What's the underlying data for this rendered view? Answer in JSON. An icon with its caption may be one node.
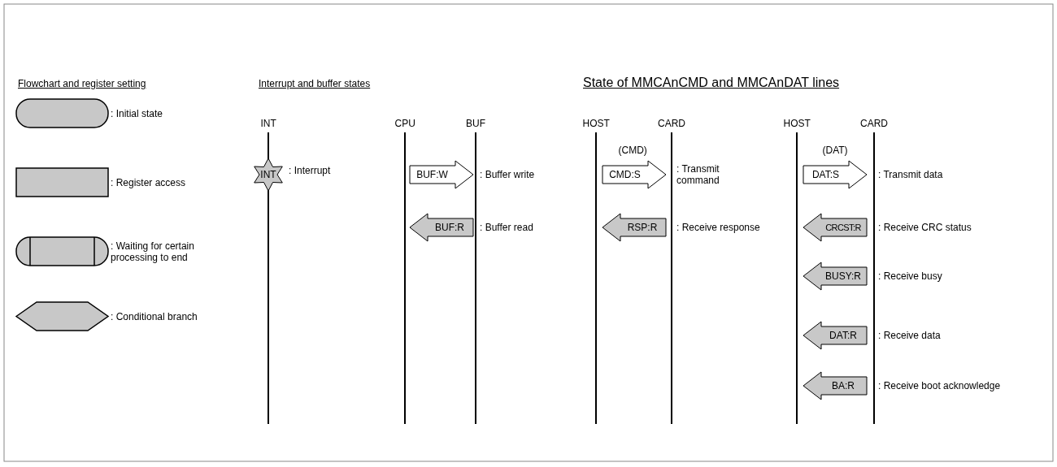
{
  "diagram": {
    "nodes": [
      {
        "text": [],
        "shape": "stadium",
        "beside": [
          ": Initial state"
        ]
      },
      {
        "text": [],
        "shape": "box",
        "beside": [
          ": Register access"
        ]
      },
      {
        "text": [],
        "shape": "subroutine",
        "beside": [
          ": Waiting for certain processing to end"
        ]
      },
      {
        "text": [],
        "shape": "hexagon",
        "beside": [
          ": Conditional branch"
        ]
      },
      {
        "text": [
          "INT"
        ],
        "beside": [
          ": Interrupt"
        ]
      },
      {
        "text": [
          "BUF:W"
        ],
        "beside": [
          ": Buffer write"
        ]
      },
      {
        "text": [
          "CMD:S"
        ],
        "beside": [
          ": Transmit command"
        ]
      },
      {
        "text": [
          "DAT:S"
        ],
        "beside": [
          ": Transmit data"
        ]
      },
      {
        "text": [
          "BUF:R"
        ],
        "beside": [
          ": Buffer read"
        ]
      },
      {
        "text": [
          "RSP:R"
        ],
        "beside": [
          ": Receive response"
        ]
      },
      {
        "text": [
          "CRCST:R"
        ],
        "beside": [
          ": Receive CRC status"
        ]
      },
      {
        "text": [
          "BUSY:R"
        ],
        "beside": [
          ": Receive busy"
        ]
      },
      {
        "text": [
          "DAT:R"
        ],
        "beside": [
          ": Receive data"
        ]
      },
      {
        "text": [
          "BA:R"
        ],
        "beside": [
          ": Receive boot acknowledge"
        ]
      }
    ],
    "labels": [
      "Flowchart and register setting",
      "Interrupt and buffer states",
      "State of MMCAnCMD and MMCAnDAT lines",
      "INT",
      "CPU",
      "BUF",
      "HOST",
      "CARD",
      "HOST",
      "CARD",
      "(CMD)",
      "(DAT)"
    ]
  }
}
